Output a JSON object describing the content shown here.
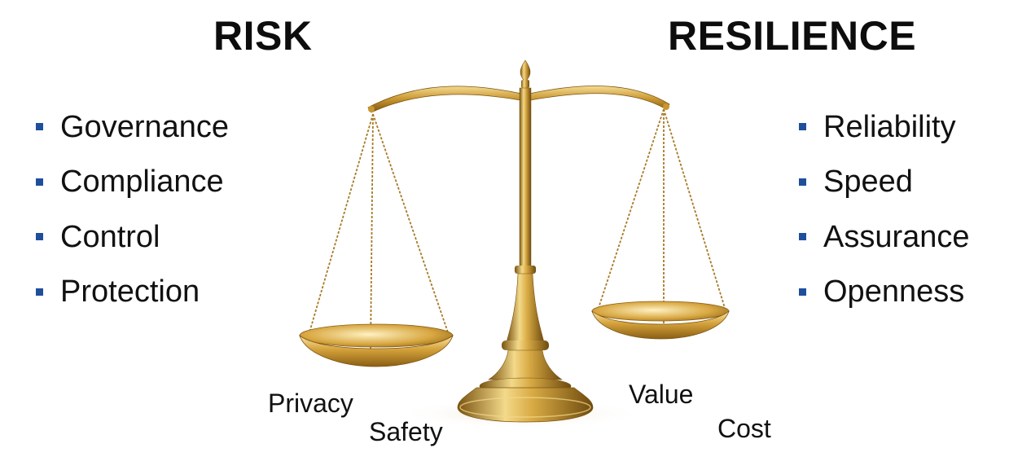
{
  "risk": {
    "title": "RISK",
    "items": [
      "Governance",
      "Compliance",
      "Control",
      "Protection"
    ]
  },
  "resilience": {
    "title": "RESILIENCE",
    "items": [
      "Reliability",
      "Speed",
      "Assurance",
      "Openness"
    ]
  },
  "scale_words": {
    "privacy": "Privacy",
    "safety": "Safety",
    "value": "Value",
    "cost": "Cost"
  },
  "colors": {
    "bullet": "#1f4f9c",
    "gold_light": "#f3d98a",
    "gold_mid": "#c9962f",
    "gold_dark": "#7a5411"
  },
  "image": "balance-scales-icon"
}
